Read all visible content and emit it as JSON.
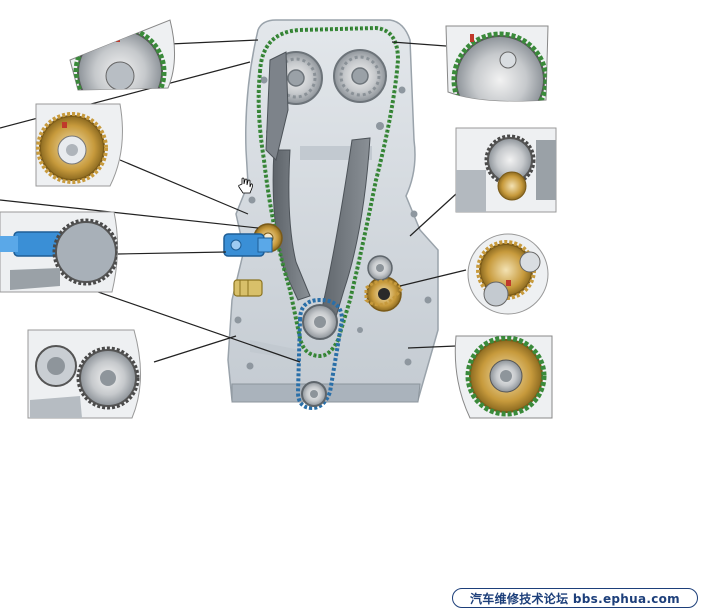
{
  "watermark": {
    "text": "汽车维修技术论坛 bbs.ephua.com"
  },
  "colors": {
    "engine_block": "#d4dae0",
    "engine_shadow": "#aab3bc",
    "chain_green": "#3a8a3a",
    "chain_blue": "#2a6fa8",
    "guide_dark": "#6e747a",
    "sprocket_gold": "#c79a3c",
    "tensioner_blue": "#3a8fd6",
    "leader_line": "#222222",
    "callout_bg": "#eef0f2"
  },
  "callouts": [
    {
      "name": "camshaft-sprocket-left-callout",
      "subject": "camshaft sprocket with chain marks"
    },
    {
      "name": "camshaft-sprocket-right-callout",
      "subject": "camshaft sprocket with chain marks"
    },
    {
      "name": "tensioner-sprocket-callout",
      "subject": "idler sprocket detail"
    },
    {
      "name": "hydraulic-tensioner-callout",
      "subject": "chain tensioner detail"
    },
    {
      "name": "oil-pump-drive-callout",
      "subject": "oil pump drive gear"
    },
    {
      "name": "balance-shaft-callout",
      "subject": "balance shaft sprocket"
    },
    {
      "name": "crankshaft-sprocket-callout",
      "subject": "crankshaft sprocket"
    },
    {
      "name": "water-pump-callout",
      "subject": "pulley detail"
    },
    {
      "name": "rear-drive-callout",
      "subject": "drive sprocket detail"
    }
  ]
}
